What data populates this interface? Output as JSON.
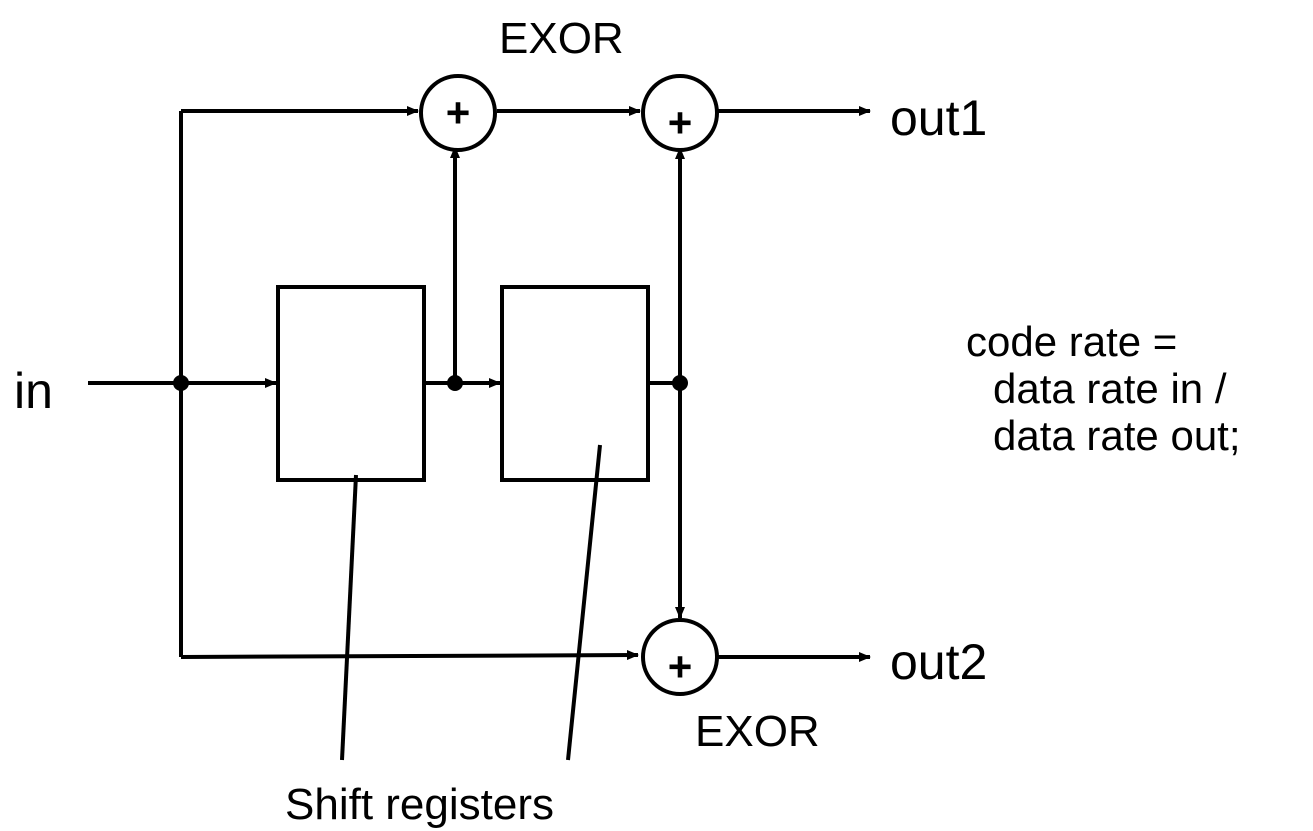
{
  "labels": {
    "input": "in",
    "output1": "out1",
    "output2": "out2",
    "xor_top": "EXOR",
    "xor_bottom": "EXOR",
    "shift_registers": "Shift registers",
    "xor_symbol": "+"
  },
  "code_rate": {
    "line1": "code rate =",
    "line2": "data rate in /",
    "line3": "data rate out;"
  },
  "colors": {
    "stroke": "#000000",
    "background": "#ffffff"
  }
}
